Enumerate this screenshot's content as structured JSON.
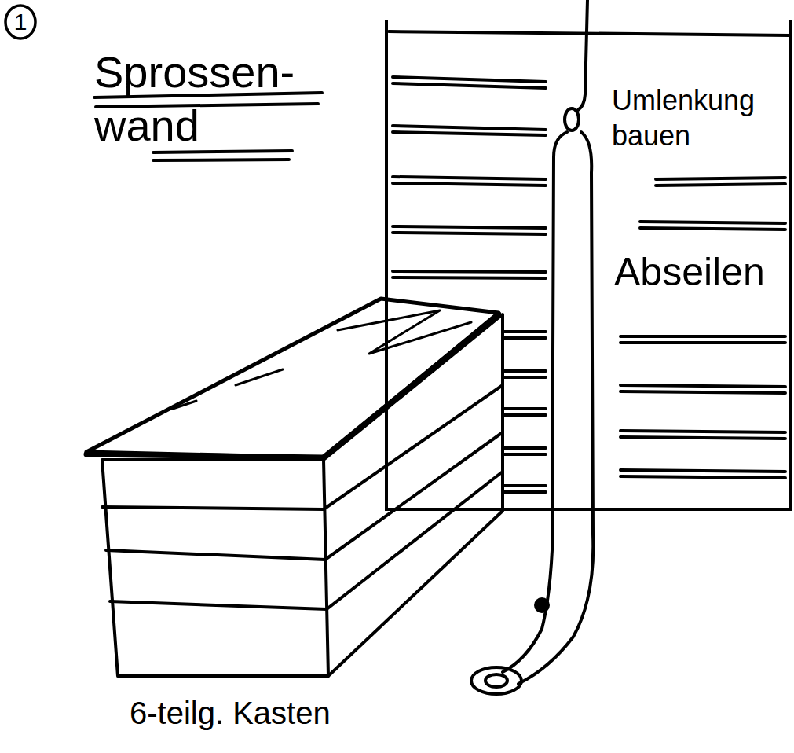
{
  "diagram": {
    "title": "Sprossen- wand",
    "nodes": [
      {
        "text": [
          "1"
        ]
      },
      {
        "text": [
          "Umlenkung bauen",
          "Abseilen"
        ]
      }
    ],
    "labels": [
      "6-teilg. Kasten"
    ]
  }
}
